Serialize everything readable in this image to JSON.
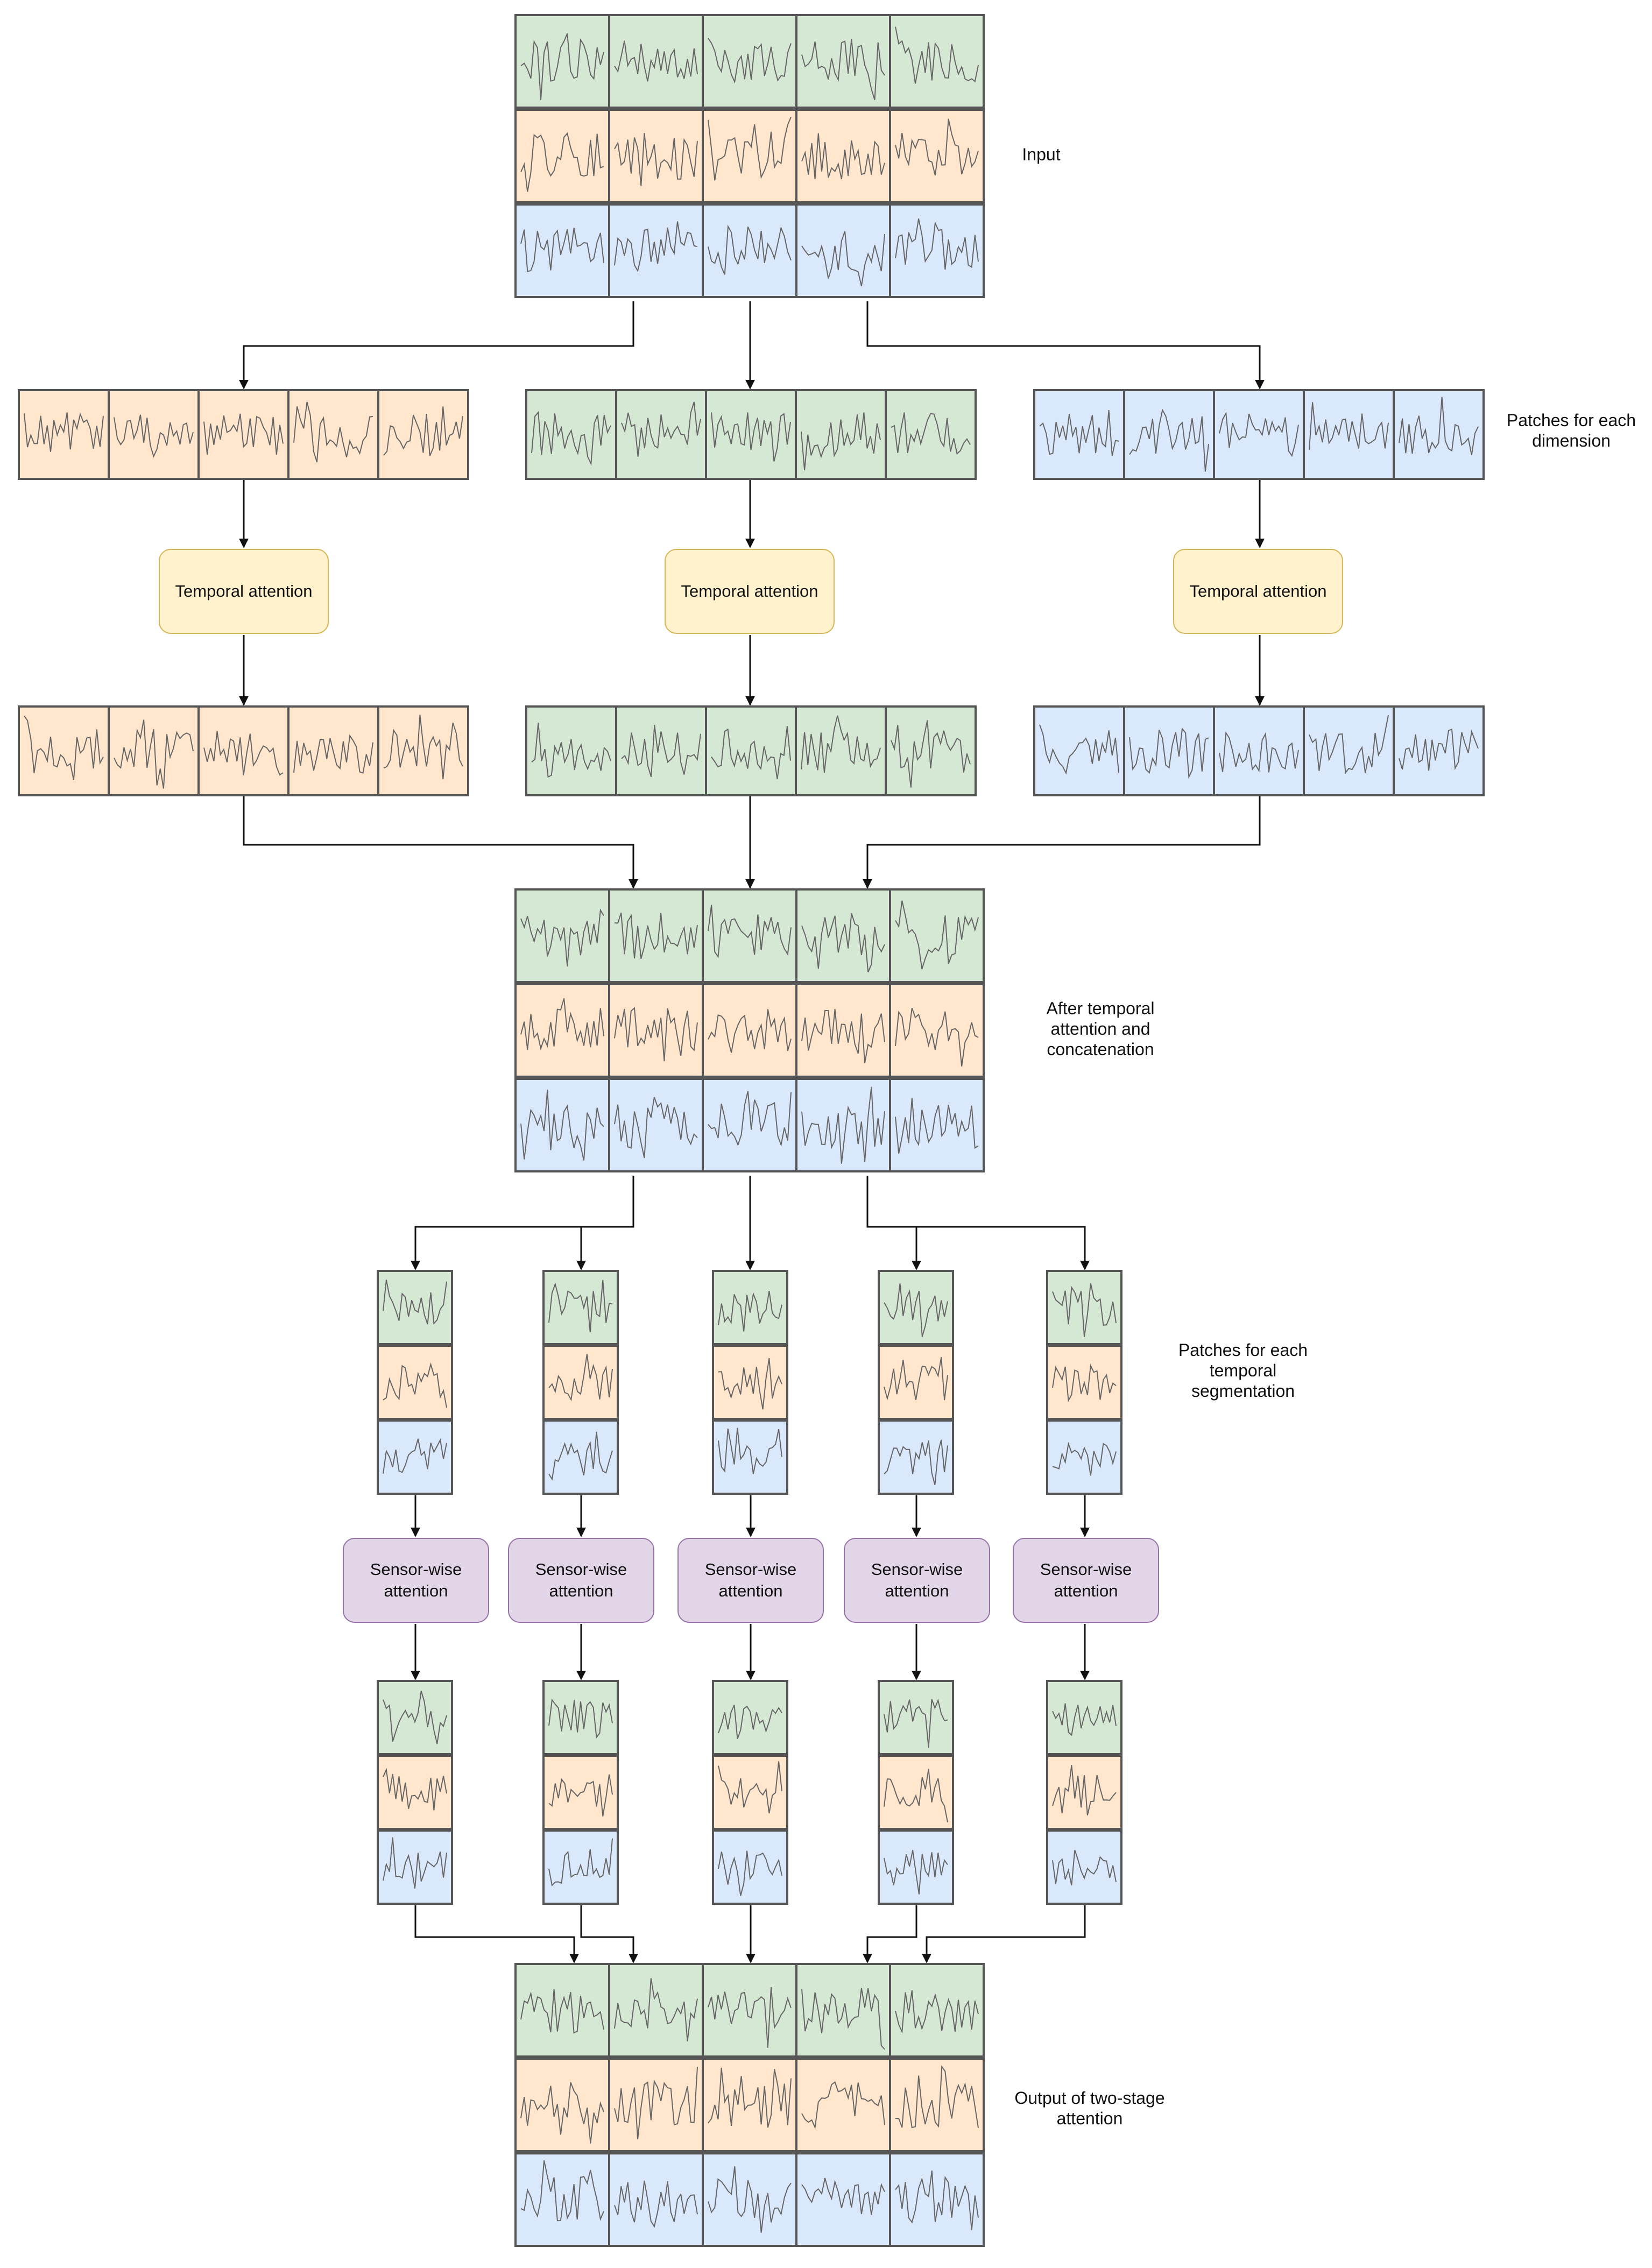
{
  "labels": {
    "input": "Input",
    "patches_dimension": "Patches for each\ndimension",
    "after_temporal": "After temporal\nattention and\nconcatenation",
    "patches_temporal": "Patches for each\ntemporal\nsegmentation",
    "output": "Output of two-stage\nattention"
  },
  "temporal_boxes": [
    "Temporal attention",
    "Temporal attention",
    "Temporal attention"
  ],
  "sensor_boxes": [
    "Sensor-wise\nattention",
    "Sensor-wise\nattention",
    "Sensor-wise\nattention",
    "Sensor-wise\nattention",
    "Sensor-wise\nattention"
  ],
  "colors": {
    "green": "#d5e8d4",
    "orange": "#ffe6cc",
    "blue": "#dae8fc",
    "temporal_fill": "#fff2cc",
    "temporal_stroke": "#d6b656",
    "sensor_fill": "#e1d5e7",
    "sensor_stroke": "#9673a6",
    "cell_border": "#555555",
    "arrow": "#111111"
  }
}
